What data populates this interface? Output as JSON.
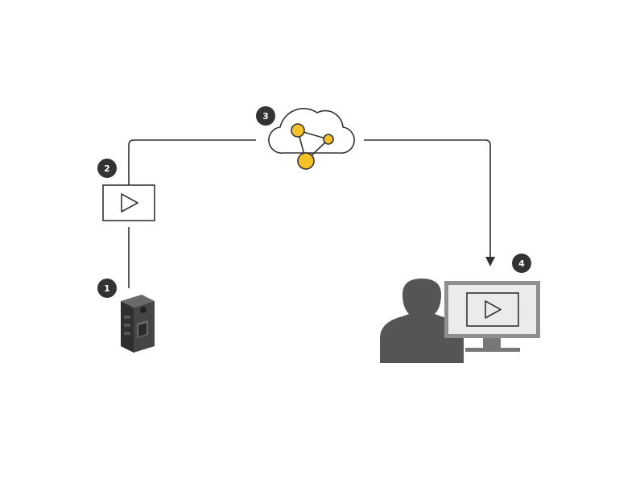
{
  "steps": [
    {
      "number": "1",
      "icon": "body-camera-icon"
    },
    {
      "number": "2",
      "icon": "video-play-icon"
    },
    {
      "number": "3",
      "icon": "cloud-network-icon"
    },
    {
      "number": "4",
      "icon": "person-at-monitor-icon"
    }
  ],
  "colors": {
    "line": "#333333",
    "badge": "#333333",
    "node_fill": "#f6c22a",
    "node_stroke": "#333333",
    "person": "#555555",
    "monitor_frame": "#888888",
    "monitor_screen": "#ebebeb",
    "camera_body": "#444444"
  }
}
